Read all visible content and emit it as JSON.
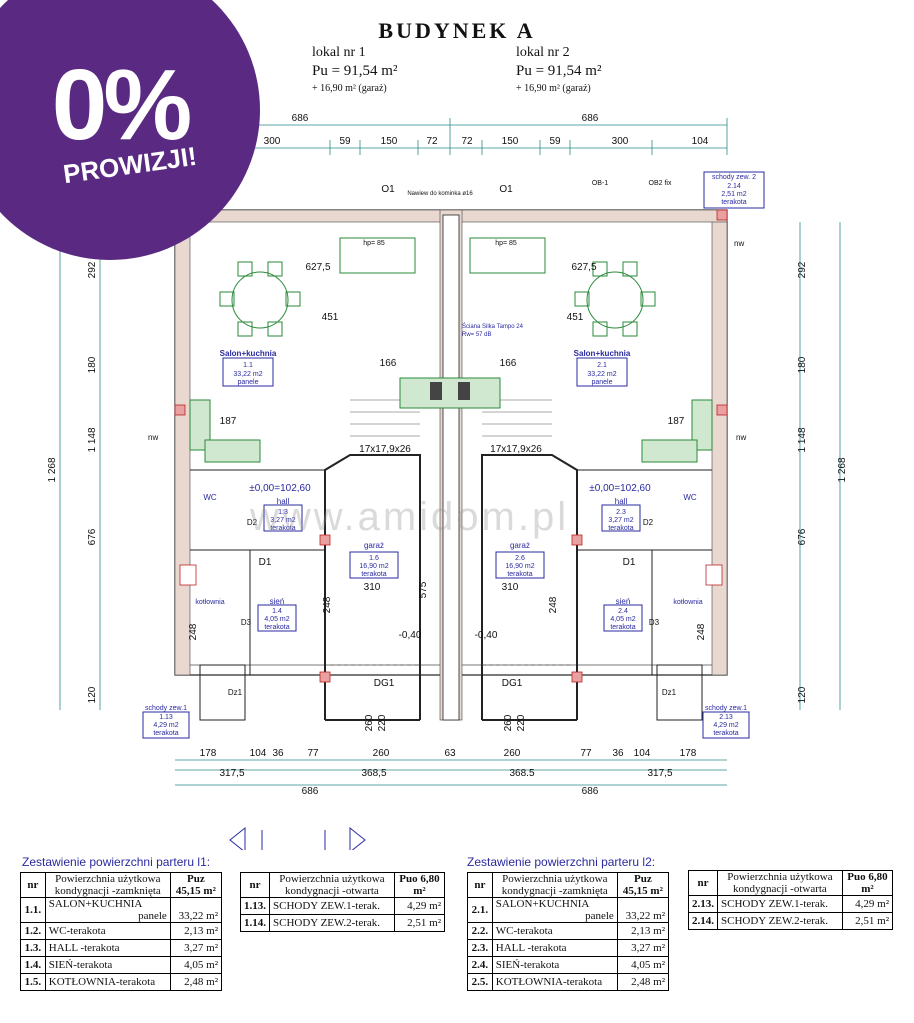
{
  "building_title": "BUDYNEK   A",
  "unit1": {
    "name": "lokal  nr 1",
    "pu": "Pu = 91,54  m²",
    "garage": "+  16,90 m² (garaż)"
  },
  "unit2": {
    "name": "lokal nr 2",
    "pu": "Pu = 91,54 m²",
    "garage": "+  16,90 m² (garaż)"
  },
  "badge": {
    "percent": "0%",
    "label": "PROWIZJI!",
    "color": "#5a2a82"
  },
  "watermark": "www.amidom.pl",
  "plan": {
    "top_dims": [
      "686",
      "686",
      "300",
      "59",
      "150",
      "72",
      "72",
      "150",
      "59",
      "300",
      "104"
    ],
    "bottom_dims_row1": [
      "178",
      "104",
      "36",
      "77",
      "260",
      "63",
      "260",
      "77",
      "36",
      "104",
      "178"
    ],
    "bottom_dims_row2": [
      "317,5",
      "368,5",
      "368.5",
      "317,5"
    ],
    "bottom_dims_row3": [
      "686",
      "686"
    ],
    "left_dims": [
      "292",
      "180",
      "1 148",
      "1 268",
      "676",
      "120"
    ],
    "right_dims": [
      "292",
      "180",
      "1 148",
      "1 268",
      "676",
      "120"
    ],
    "rooms": [
      {
        "name": "Salon+kuchnia",
        "id": "1.1",
        "area": "33,22 m2",
        "floor": "panele"
      },
      {
        "name": "Salon+kuchnia",
        "id": "2.1",
        "area": "33,22 m2",
        "floor": "panele"
      },
      {
        "name": "garaż",
        "id": "1.6",
        "area": "16,90 m2",
        "floor": "terakota"
      },
      {
        "name": "garaż",
        "id": "2.6",
        "area": "16,90 m2",
        "floor": "terakota"
      },
      {
        "name": "hall",
        "id": "1.3",
        "area": "3,27 m2",
        "floor": "terakota"
      },
      {
        "name": "hall",
        "id": "2.3",
        "area": "3,27 m2",
        "floor": "terakota"
      },
      {
        "name": "sień",
        "id": "1.4",
        "area": "4,05 m2",
        "floor": "terakota"
      },
      {
        "name": "sień",
        "id": "2.4",
        "area": "4,05 m2",
        "floor": "terakota"
      }
    ],
    "stairs": [
      "17x17,9x26",
      "17x17,9x26"
    ],
    "level_zero": [
      "±0,00=102,60",
      "±0,00=102,60"
    ],
    "level_garage": [
      "-0,40",
      "-0,40"
    ],
    "gate": [
      "DG1",
      "DG1"
    ],
    "door": [
      "D1",
      "D1"
    ],
    "dim_627": [
      "627,5",
      "627,5"
    ],
    "dim_451": [
      "451",
      "451"
    ],
    "dim_575": "575",
    "dim_310": [
      "310",
      "310"
    ],
    "dim_166": "166",
    "dim_166b": "166",
    "dim_187": [
      "187",
      "187"
    ],
    "window": [
      "O1",
      "O1"
    ],
    "hp": [
      "hp= 85",
      "hp= 85"
    ],
    "nw": [
      "nw",
      "nw",
      "nw",
      "nw"
    ],
    "ob": [
      "OB-1",
      "OB2 fix"
    ],
    "wall_note": "Ściana Silka Tampo 24",
    "wall_note2": "Rw= 57 dB",
    "chimney_note": "Nawiew do kominka ø16",
    "stairs_ext1": {
      "name": "schody zew.1",
      "id": "1.13",
      "area": "4,29 m2",
      "floor": "terakota"
    },
    "stairs_ext2": {
      "name": "schody zew. 2",
      "id": "2.14",
      "area": "2,51 m2",
      "floor": "terakota"
    },
    "stairs_ext1b": {
      "name": "schody zew.1",
      "id": "2.13",
      "area": "4,29 m2",
      "floor": "terakota"
    },
    "wc": [
      "WC",
      "WC"
    ],
    "kotlownia": [
      "kotłownia",
      "kotłownia"
    ],
    "d2": [
      "D2",
      "D2"
    ],
    "d3": [
      "D3",
      "D3"
    ],
    "dz1": [
      "Dz1",
      "Dz1"
    ],
    "dim_260": [
      "260",
      "220",
      "260",
      "220"
    ],
    "dim_248": [
      "248",
      "248",
      "248",
      "248"
    ]
  },
  "tables": {
    "t1": {
      "caption": "Zestawienie powierzchni parteru l1:",
      "headers": [
        "nr",
        "Powierzchnia użytkowa kondygnacji -zamknięta",
        "Puz 45,15 m²"
      ],
      "rows": [
        {
          "nr": "1.1.",
          "name": "SALON+KUCHNIA",
          "sub": "panele",
          "val": "33,22 m²"
        },
        {
          "nr": "1.2.",
          "name": "WC-terakota",
          "val": "2,13 m²"
        },
        {
          "nr": "1.3.",
          "name": "HALL -terakota",
          "val": "3,27 m²"
        },
        {
          "nr": "1.4.",
          "name": "SIEŃ-terakota",
          "val": "4,05 m²"
        },
        {
          "nr": "1.5.",
          "name": "KOTŁOWNIA-terakota",
          "val": "2,48 m²"
        }
      ]
    },
    "t2": {
      "headers": [
        "nr",
        "Powierzchnia użytkowa kondygnacji -otwarta",
        "Puo 6,80 m²"
      ],
      "rows": [
        {
          "nr": "1.13.",
          "name": "SCHODY ZEW.1-terak.",
          "val": "4,29 m²"
        },
        {
          "nr": "1.14.",
          "name": "SCHODY ZEW.2-terak.",
          "val": "2,51 m²"
        }
      ]
    },
    "t3": {
      "caption": "Zestawienie powierzchni parteru l2:",
      "headers": [
        "nr",
        "Powierzchnia użytkowa kondygnacji -zamknięta",
        "Puz 45,15 m²"
      ],
      "rows": [
        {
          "nr": "2.1.",
          "name": "SALON+KUCHNIA",
          "sub": "panele",
          "val": "33,22 m²"
        },
        {
          "nr": "2.2.",
          "name": "WC-terakota",
          "val": "2,13 m²"
        },
        {
          "nr": "2.3.",
          "name": "HALL -terakota",
          "val": "3,27 m²"
        },
        {
          "nr": "2.4.",
          "name": "SIEŃ-terakota",
          "val": "4,05 m²"
        },
        {
          "nr": "2.5.",
          "name": "KOTŁOWNIA-terakota",
          "val": "2,48 m²"
        }
      ]
    },
    "t4": {
      "headers": [
        "nr",
        "Powierzchnia użytkowa kondygnacji -otwarta",
        "Puo 6,80 m²"
      ],
      "rows": [
        {
          "nr": "2.13.",
          "name": "SCHODY ZEW.1-terak.",
          "val": "4,29 m²"
        },
        {
          "nr": "2.14.",
          "name": "SCHODY ZEW.2-terak.",
          "val": "2,51 m²"
        }
      ]
    }
  }
}
